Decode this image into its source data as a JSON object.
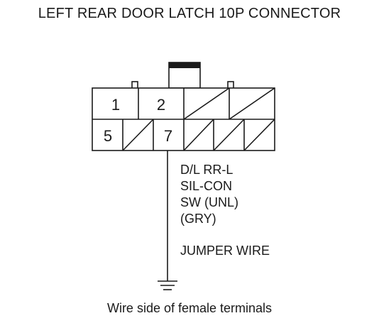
{
  "title": "LEFT REAR DOOR LATCH 10P CONNECTOR",
  "connector": {
    "top_row_labels": [
      "1",
      "2"
    ],
    "bottom_row_labels": [
      "5",
      "7"
    ]
  },
  "wire": {
    "signal_lines": [
      "D/L RR-L",
      "SIL-CON",
      "SW (UNL)",
      "(GRY)"
    ],
    "jumper_label": "JUMPER WIRE"
  },
  "caption": "Wire side of female terminals",
  "colors": {
    "line": "#1a1a1a",
    "background": "#ffffff"
  }
}
